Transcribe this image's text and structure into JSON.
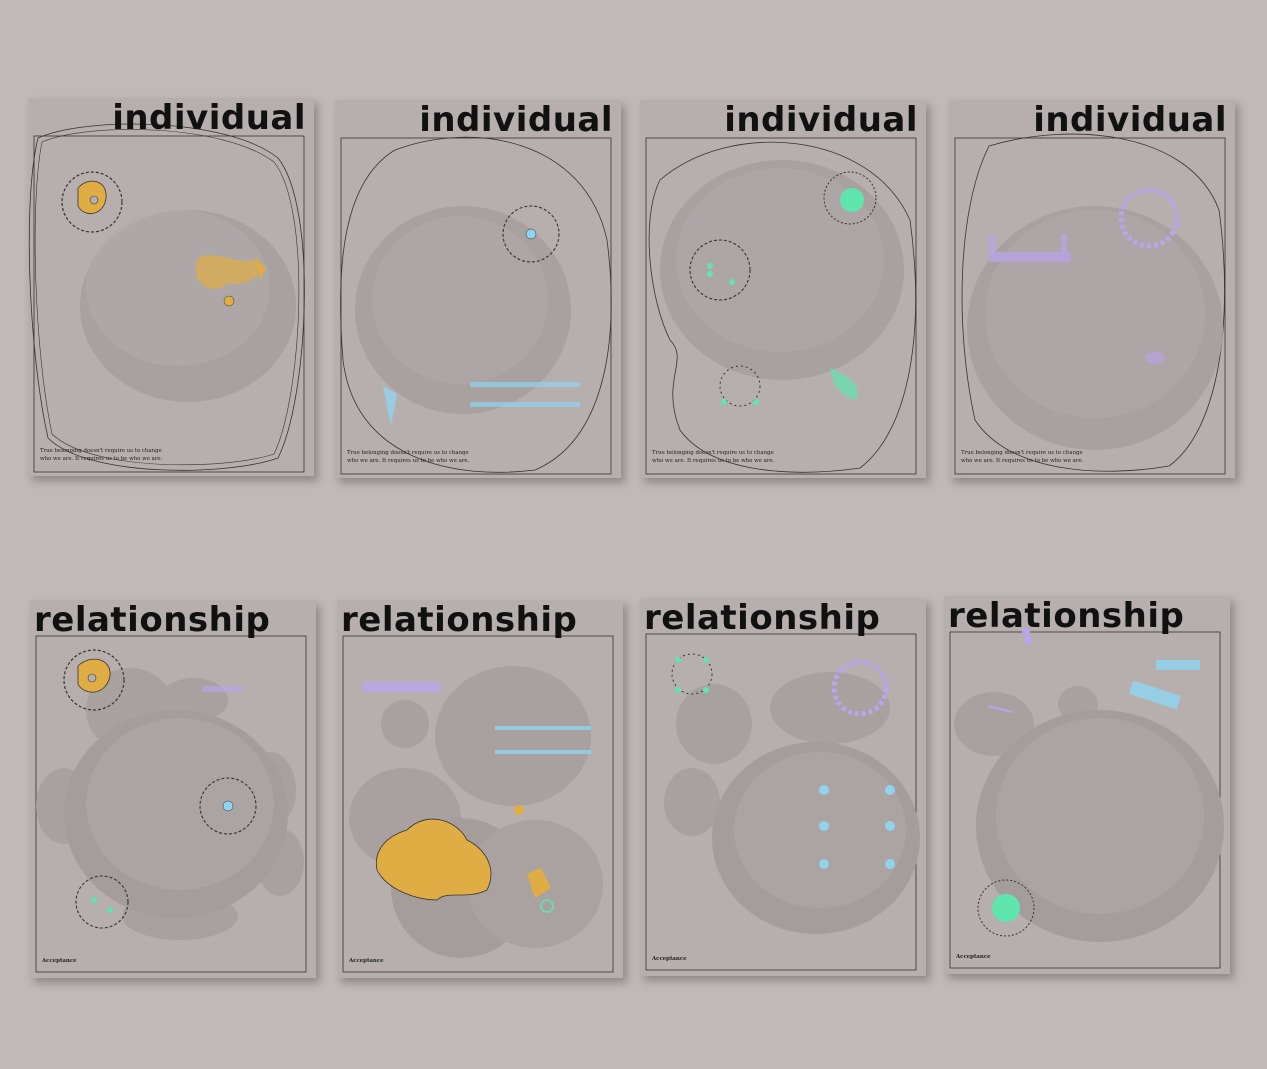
{
  "posters": [
    {
      "heading": "individual",
      "caption_line1": "True belonging doesn't require us to change",
      "caption_line2": "who we are. It requires us to be who we are."
    },
    {
      "heading": "individual",
      "caption_line1": "True belonging doesn't require us to change",
      "caption_line2": "who we are. It requires us to be who we are."
    },
    {
      "heading": "individual",
      "caption_line1": "True belonging doesn't require us to change",
      "caption_line2": "who we are. It requires us to be who we are."
    },
    {
      "heading": "individual",
      "caption_line1": "True belonging doesn't require us to change",
      "caption_line2": "who we are. It requires us to be who we are."
    },
    {
      "heading": "relationship",
      "tag": "Acceptance"
    },
    {
      "heading": "relationship",
      "tag": "Acceptance"
    },
    {
      "heading": "relationship",
      "tag": "Acceptance"
    },
    {
      "heading": "relationship",
      "tag": "Acceptance"
    }
  ],
  "colors": {
    "background": "#bfb9b8",
    "poster": "#b7afae",
    "blob": "#a9a1a0",
    "accent_orange": "#e0ad45",
    "accent_blue": "#8fd3ef",
    "accent_green": "#5fe6ae",
    "accent_purple": "#b9a4ef"
  }
}
